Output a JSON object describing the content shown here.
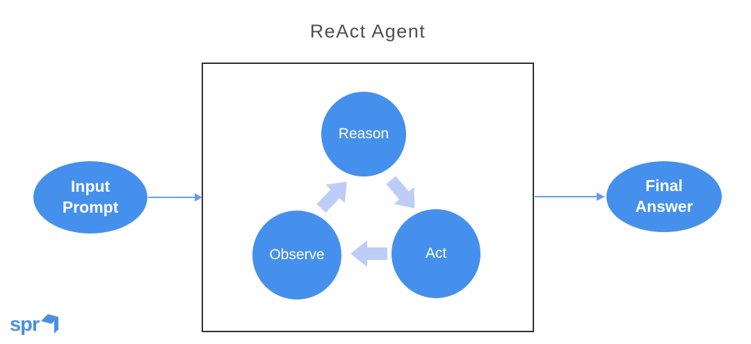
{
  "title": "ReAct Agent",
  "colors": {
    "node_blue": "#4590ec",
    "arrow_light": "#bccdf6",
    "connector_blue": "#649ef0",
    "title_gray": "#4f4f4f",
    "box_border": "#2e2e2e",
    "logo_blue": "#4a90e2"
  },
  "input_node": {
    "label_line1": "Input",
    "label_line2": "Prompt"
  },
  "output_node": {
    "label_line1": "Final",
    "label_line2": "Answer"
  },
  "cycle": {
    "nodes": [
      {
        "id": "reason",
        "label": "Reason"
      },
      {
        "id": "observe",
        "label": "Observe"
      },
      {
        "id": "act",
        "label": "Act"
      }
    ],
    "arrows": [
      {
        "from": "reason",
        "to": "act"
      },
      {
        "from": "act",
        "to": "observe"
      },
      {
        "from": "observe",
        "to": "reason"
      }
    ]
  },
  "logo": {
    "text": "spr"
  }
}
